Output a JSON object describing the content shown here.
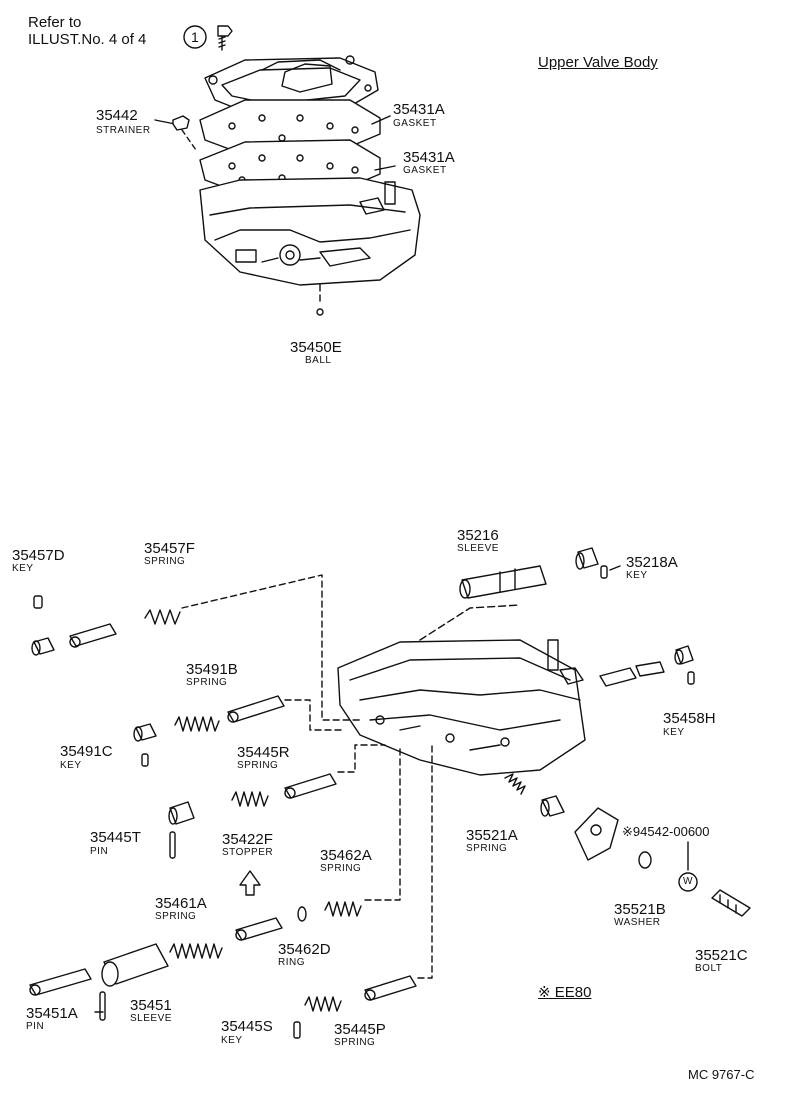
{
  "header": {
    "refer_line1": "Refer to",
    "refer_line2": "ILLUST.No. 4 of 4",
    "refer_circle": "1",
    "title": "Upper Valve Body"
  },
  "parts": {
    "p35442": {
      "num": "35442",
      "name": "STRAINER"
    },
    "p35431a_1": {
      "num": "35431A",
      "name": "GASKET"
    },
    "p35431a_2": {
      "num": "35431A",
      "name": "GASKET"
    },
    "p35450e": {
      "num": "35450E",
      "name": "BALL"
    },
    "p35457d": {
      "num": "35457D",
      "name": "KEY"
    },
    "p35457f": {
      "num": "35457F",
      "name": "SPRING"
    },
    "p35216": {
      "num": "35216",
      "name": "SLEEVE"
    },
    "p35218a": {
      "num": "35218A",
      "name": "KEY"
    },
    "p35491b": {
      "num": "35491B",
      "name": "SPRING"
    },
    "p35458h": {
      "num": "35458H",
      "name": "KEY"
    },
    "p35491c": {
      "num": "35491C",
      "name": "KEY"
    },
    "p35445r": {
      "num": "35445R",
      "name": "SPRING"
    },
    "p35445t": {
      "num": "35445T",
      "name": "PIN"
    },
    "p35422f": {
      "num": "35422F",
      "name": "STOPPER"
    },
    "p35462a": {
      "num": "35462A",
      "name": "SPRING"
    },
    "p35521a": {
      "num": "35521A",
      "name": "SPRING"
    },
    "p94542": {
      "num": "※94542-00600"
    },
    "p35461a": {
      "num": "35461A",
      "name": "SPRING"
    },
    "p35462d": {
      "num": "35462D",
      "name": "RING"
    },
    "p35521b": {
      "num": "35521B",
      "name": "WASHER"
    },
    "p35521c": {
      "num": "35521C",
      "name": "BOLT"
    },
    "p35451": {
      "num": "35451",
      "name": "SLEEVE"
    },
    "p35451a": {
      "num": "35451A",
      "name": "PIN"
    },
    "p35445s": {
      "num": "35445S",
      "name": "KEY"
    },
    "p35445p": {
      "num": "35445P",
      "name": "SPRING"
    }
  },
  "footer": {
    "ee_note": "※ EE80",
    "washer_mark": "W",
    "drawing_code": "MC 9767-C"
  }
}
